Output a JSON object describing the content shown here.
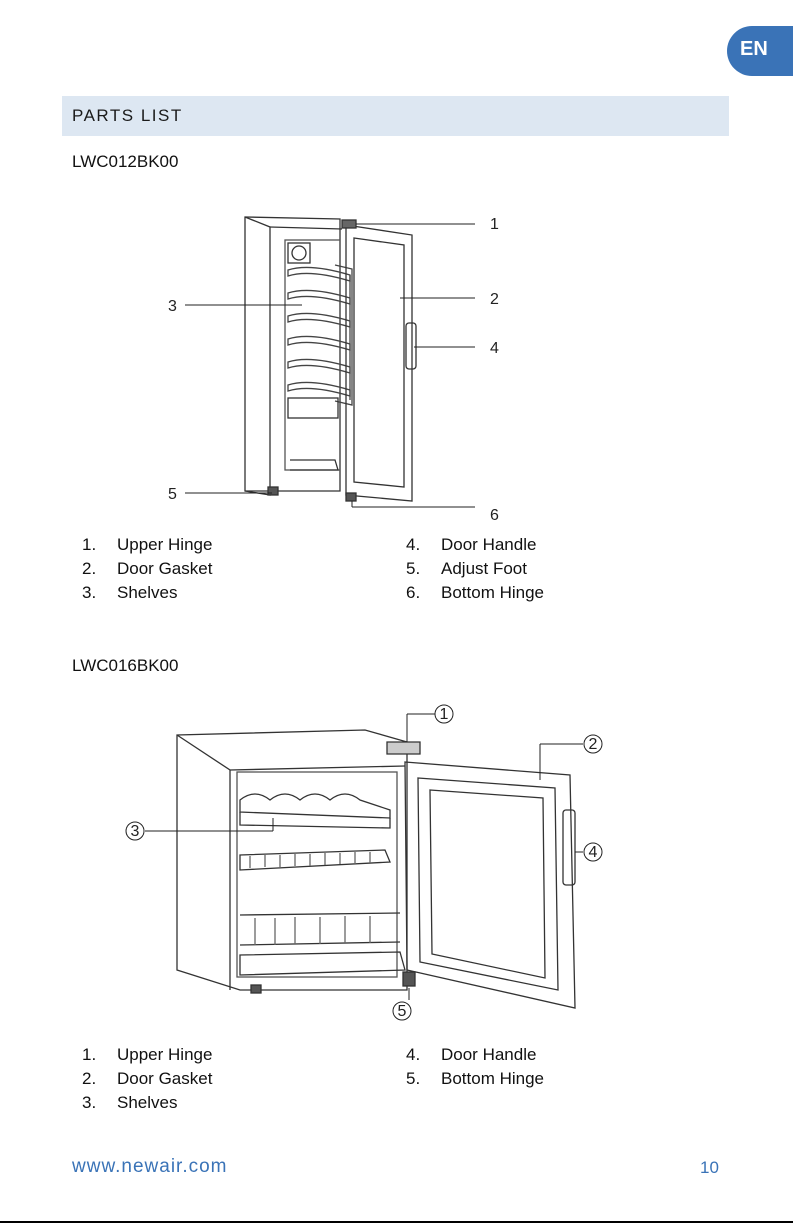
{
  "lang_tab": "EN",
  "section_title": "PARTS LIST",
  "models": [
    {
      "name": "LWC012BK00",
      "callouts": [
        "1",
        "2",
        "3",
        "4",
        "5",
        "6"
      ],
      "parts_left": [
        {
          "num": "1.",
          "label": "Upper Hinge"
        },
        {
          "num": "2.",
          "label": "Door Gasket"
        },
        {
          "num": "3.",
          "label": "Shelves"
        }
      ],
      "parts_right": [
        {
          "num": "4.",
          "label": "Door Handle"
        },
        {
          "num": "5.",
          "label": "Adjust Foot"
        },
        {
          "num": "6.",
          "label": "Bottom Hinge"
        }
      ]
    },
    {
      "name": "LWC016BK00",
      "callouts": [
        "1",
        "2",
        "3",
        "4",
        "5"
      ],
      "parts_left": [
        {
          "num": "1.",
          "label": "Upper Hinge"
        },
        {
          "num": "2.",
          "label": "Door Gasket"
        },
        {
          "num": "3.",
          "label": "Shelves"
        }
      ],
      "parts_right": [
        {
          "num": "4.",
          "label": "Door Handle"
        },
        {
          "num": "5.",
          "label": "Bottom Hinge"
        }
      ]
    }
  ],
  "footer": {
    "url": "www.newair.com",
    "page": "10"
  },
  "colors": {
    "accent": "#3a73b7",
    "section_bar": "#dde7f2"
  }
}
